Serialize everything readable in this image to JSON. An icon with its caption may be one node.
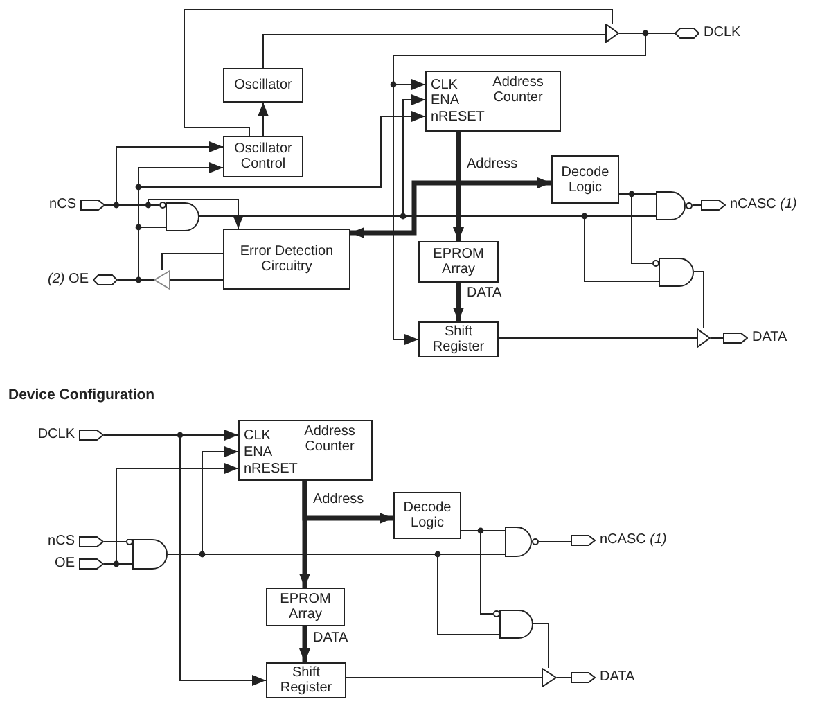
{
  "diagram": {
    "title": "Device Configuration",
    "nodes": [
      {
        "text": [
          "Oscillator"
        ]
      },
      {
        "text": [
          "CLK",
          "ENA",
          "nRESET",
          "Address Counter"
        ]
      },
      {
        "text": [
          "DCLK"
        ]
      },
      {
        "text": [],
        "shape": "triangle"
      },
      {
        "text": [
          "Oscillator Control"
        ]
      },
      {
        "text": [
          "nCS"
        ]
      },
      {
        "text": [
          "Decode Logic"
        ]
      },
      {
        "text": [],
        "shape": "gate"
      },
      {
        "text": [],
        "shape": "gate"
      },
      {
        "text": [
          "Error Detection Circuitry"
        ]
      },
      {
        "text": [
          "*(2)* OE"
        ]
      },
      {
        "text": [],
        "shape": "triangle"
      },
      {
        "text": [
          "EPROM Array"
        ]
      },
      {
        "text": [],
        "shape": "gate"
      },
      {
        "text": [
          "Shift Register"
        ]
      },
      {
        "text": [],
        "shape": "triangle"
      },
      {
        "text": [
          "DATA"
        ]
      },
      {
        "text": [
          "nCASC *(1)*"
        ]
      },
      {
        "text": [
          "DCLK"
        ]
      },
      {
        "text": [
          "CLK",
          "ENA",
          "nRESET",
          "Address Counter"
        ]
      },
      {
        "text": [
          "nCS"
        ]
      },
      {
        "text": [
          "Decode Logic"
        ]
      },
      {
        "text": [],
        "shape": "gate"
      },
      {
        "text": [
          "OE"
        ]
      },
      {
        "text": [],
        "shape": "gate"
      },
      {
        "text": [
          "nCASC *(1)*"
        ]
      },
      {
        "text": [
          "EPROM Array"
        ]
      },
      {
        "text": [],
        "shape": "gate"
      },
      {
        "text": [
          "Shift Register"
        ]
      },
      {
        "text": [],
        "shape": "triangle"
      },
      {
        "text": [
          "DATA"
        ]
      }
    ],
    "edges": [
      {
        "from": 4,
        "to": 0,
        "arrow": "to"
      },
      {
        "from": 0,
        "to": 3,
        "arrow": "none"
      },
      {
        "from": 4,
        "to": 3,
        "arrow": "none"
      },
      {
        "from": 3,
        "to": 2,
        "arrow": "none"
      },
      {
        "from": 3,
        "to": 1,
        "arrow": "to"
      },
      {
        "from": 3,
        "to": 14,
        "arrow": "to"
      },
      {
        "from": 5,
        "to": 4,
        "arrow": "to"
      },
      {
        "from": 5,
        "to": 7,
        "arrow": "none"
      },
      {
        "from": 5,
        "to": 9,
        "arrow": "to"
      },
      {
        "from": 10,
        "to": 4,
        "arrow": "to"
      },
      {
        "from": 10,
        "to": 1,
        "arrow": "to"
      },
      {
        "from": 10,
        "to": 7,
        "arrow": "none"
      },
      {
        "from": 9,
        "to": 11,
        "arrow": "none"
      },
      {
        "from": 9,
        "to": 11,
        "arrow": "none"
      },
      {
        "from": 11,
        "to": 10,
        "arrow": "none"
      },
      {
        "from": 7,
        "to": 1,
        "arrow": "to"
      },
      {
        "from": 7,
        "to": 8,
        "arrow": "none"
      },
      {
        "from": 7,
        "to": 13,
        "arrow": "none"
      },
      {
        "from": 1,
        "to": 12,
        "arrow": "to",
        "style": "thick"
      },
      {
        "from": 1,
        "to": 6,
        "arrow": "to",
        "style": "thick",
        "label": "Address"
      },
      {
        "from": 1,
        "to": 9,
        "arrow": "to",
        "style": "thick"
      },
      {
        "from": 12,
        "to": 14,
        "arrow": "to",
        "style": "thick",
        "label": "DATA"
      },
      {
        "from": 14,
        "to": 15,
        "arrow": "none"
      },
      {
        "from": 15,
        "to": 16,
        "arrow": "none"
      },
      {
        "from": 6,
        "to": 8,
        "arrow": "none"
      },
      {
        "from": 6,
        "to": 13,
        "arrow": "none"
      },
      {
        "from": 8,
        "to": 17,
        "arrow": "none"
      },
      {
        "from": 13,
        "to": 15,
        "arrow": "none"
      },
      {
        "from": 18,
        "to": 19,
        "arrow": "to"
      },
      {
        "from": 18,
        "to": 28,
        "arrow": "to"
      },
      {
        "from": 20,
        "to": 24,
        "arrow": "none"
      },
      {
        "from": 23,
        "to": 19,
        "arrow": "to"
      },
      {
        "from": 23,
        "to": 24,
        "arrow": "none"
      },
      {
        "from": 24,
        "to": 19,
        "arrow": "to"
      },
      {
        "from": 24,
        "to": 22,
        "arrow": "none"
      },
      {
        "from": 24,
        "to": 27,
        "arrow": "none"
      },
      {
        "from": 19,
        "to": 26,
        "arrow": "to",
        "style": "thick"
      },
      {
        "from": 19,
        "to": 21,
        "arrow": "to",
        "style": "thick",
        "label": "Address"
      },
      {
        "from": 26,
        "to": 28,
        "arrow": "to",
        "style": "thick",
        "label": "DATA"
      },
      {
        "from": 28,
        "to": 29,
        "arrow": "none"
      },
      {
        "from": 29,
        "to": 30,
        "arrow": "none"
      },
      {
        "from": 21,
        "to": 22,
        "arrow": "none"
      },
      {
        "from": 21,
        "to": 27,
        "arrow": "none"
      },
      {
        "from": 22,
        "to": 25,
        "arrow": "none"
      },
      {
        "from": 27,
        "to": 29,
        "arrow": "none"
      }
    ]
  }
}
